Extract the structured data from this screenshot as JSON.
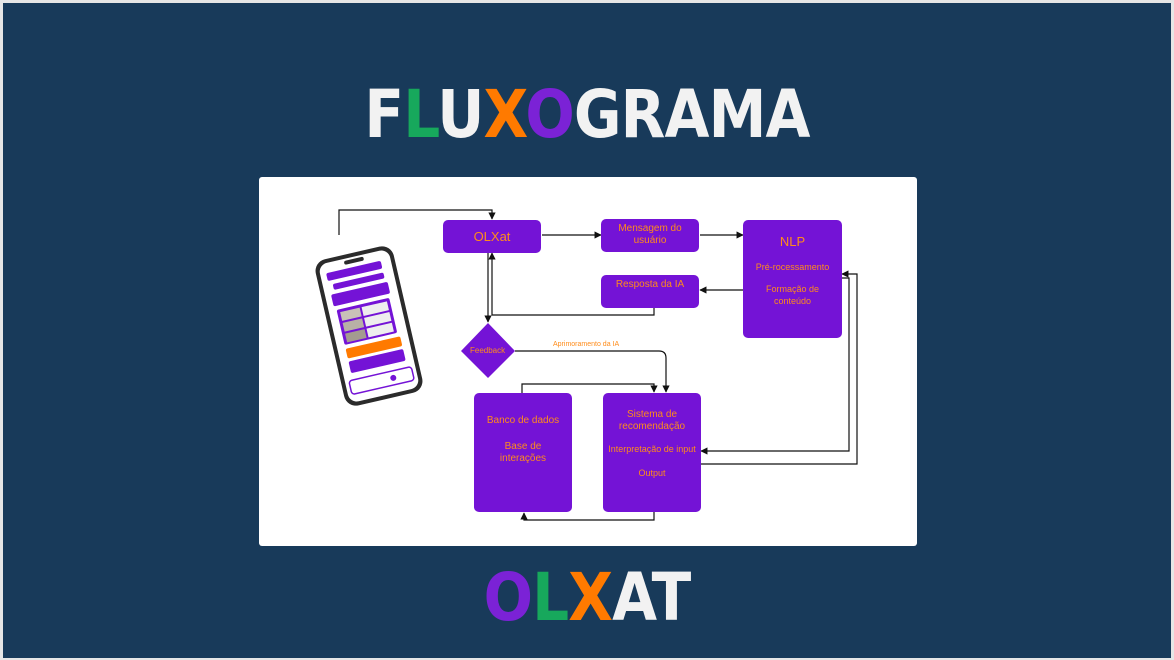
{
  "slide": {
    "title_parts": [
      {
        "text": "F",
        "color": "#f2f2f2"
      },
      {
        "text": "L",
        "color": "#17a85c"
      },
      {
        "text": "U",
        "color": "#f2f2f2"
      },
      {
        "text": "X",
        "color": "#ff7a00"
      },
      {
        "text": "O",
        "color": "#7b22d6"
      },
      {
        "text": "GRAMA",
        "color": "#f2f2f2"
      }
    ],
    "brand_parts": [
      {
        "text": "O",
        "color": "#7b22d6"
      },
      {
        "text": "L",
        "color": "#17a85c"
      },
      {
        "text": "X",
        "color": "#ff7a00"
      },
      {
        "text": "AT",
        "color": "#f2f2f2"
      }
    ]
  },
  "diagram": {
    "olxat": "OLXat",
    "mensagem": "Mensagem do usuário",
    "nlp": {
      "title": "NLP",
      "line1": "Pré-rocessamento",
      "line2": "Formação de conteúdo"
    },
    "resposta": "Resposta da IA",
    "feedback": "Feedback",
    "aprimoramento": "Aprimoramento da IA",
    "banco": {
      "title": "Banco de dados",
      "line1": "Base de interações"
    },
    "sistema": {
      "title": "Sistema de recomendação",
      "line1": "Interpretação de input",
      "line2": "Output"
    }
  },
  "colors": {
    "background": "#183a5a",
    "box": "#7413d6",
    "box_text": "#ff8c1a",
    "phone_accent": "#ff7a00"
  }
}
